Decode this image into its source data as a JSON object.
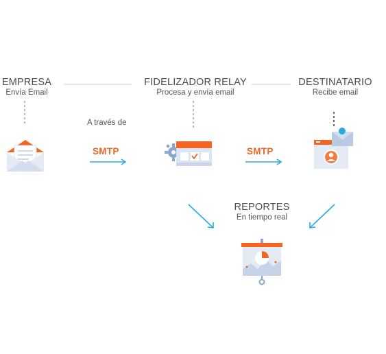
{
  "nodes": {
    "empresa": {
      "title": "EMPRESA",
      "subtitle": "Envía Email",
      "icon": "open-envelope-icon"
    },
    "fidelizador": {
      "title": "FIDELIZADOR RELAY",
      "subtitle": "Procesa y envía email",
      "icon": "mail-processing-icon"
    },
    "destinatario": {
      "title": "DESTINATARIO",
      "subtitle": "Recibe email",
      "icon": "recipient-inbox-icon"
    },
    "reportes": {
      "title": "REPORTES",
      "subtitle": "En tiempo real",
      "icon": "presentation-chart-icon"
    }
  },
  "labels": {
    "via": "A través de",
    "smtp_1": "SMTP",
    "smtp_2": "SMTP"
  },
  "colors": {
    "accent": "#f26522",
    "arrow": "#29abe2",
    "icon_light": "#e4ebf5",
    "icon_mid": "#b8c6dc",
    "line": "#cfcfcf"
  }
}
